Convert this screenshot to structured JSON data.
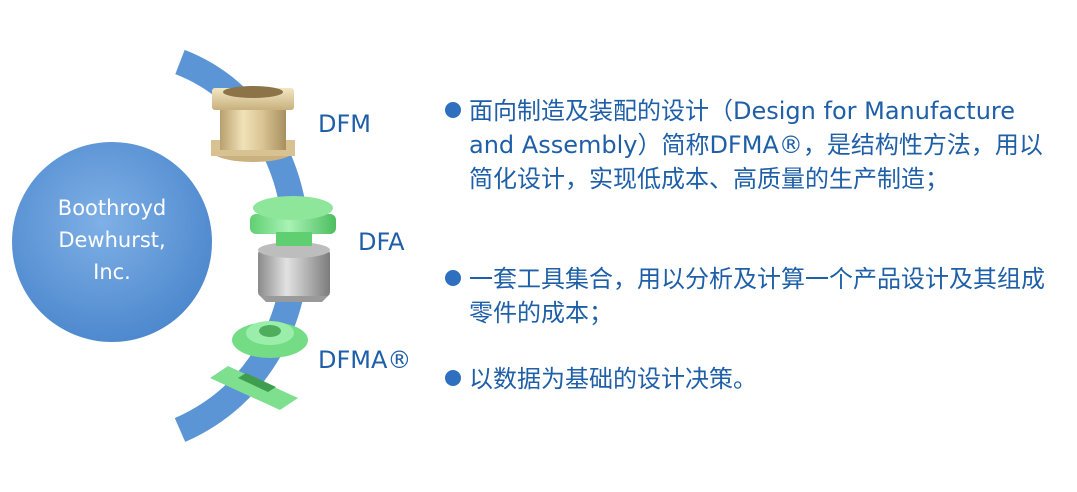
{
  "center": {
    "line1": "Boothroyd",
    "line2": "Dewhurst,",
    "line3": "Inc."
  },
  "parts": {
    "dfm": "DFM",
    "dfa": "DFA",
    "dfma": "DFMA®"
  },
  "bullets": [
    "面向制造及装配的设计（Design for Manufacture and Assembly）简称DFMA®，是结构性方法，用以简化设计，实现低成本、高质量的生产制造；",
    "一套工具集合，用以分析及计算一个产品设计及其组成零件的成本；",
    "以数据为基础的设计决策。"
  ],
  "colors": {
    "circle": "#5b95d5",
    "arc": "#5b95d5",
    "text": "#1f5fa8",
    "bullet": "#2f6fbf"
  }
}
